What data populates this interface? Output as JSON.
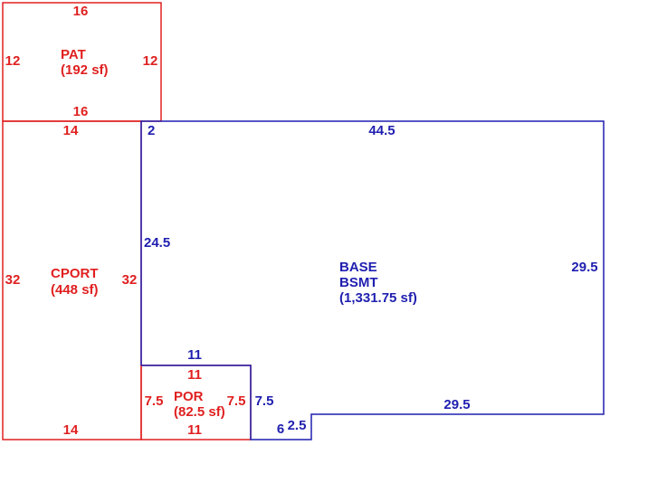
{
  "colors": {
    "red": "#e02020",
    "blue": "#1f1fb0"
  },
  "pat": {
    "name": "PAT",
    "area": "(192 sf)",
    "dims": {
      "top": "16",
      "bottom": "16",
      "left": "12",
      "right": "12"
    }
  },
  "cport": {
    "name": "CPORT",
    "area": "(448 sf)",
    "dims": {
      "top": "14",
      "bottom": "14",
      "left": "32",
      "right": "32"
    }
  },
  "por": {
    "name": "POR",
    "area": "(82.5 sf)",
    "dims": {
      "top": "11",
      "bottom": "11",
      "left": "7.5",
      "right": "7.5"
    }
  },
  "base": {
    "name": "BASE",
    "sub": "BSMT",
    "area": "(1,331.75 sf)",
    "dims": {
      "top_short": "2",
      "top": "44.5",
      "left": "24.5",
      "right": "29.5",
      "notch_top": "11",
      "notch_right": "7.5",
      "bottom_a": "6",
      "bottom_b": "2.5",
      "bottom_c": "29.5"
    }
  }
}
